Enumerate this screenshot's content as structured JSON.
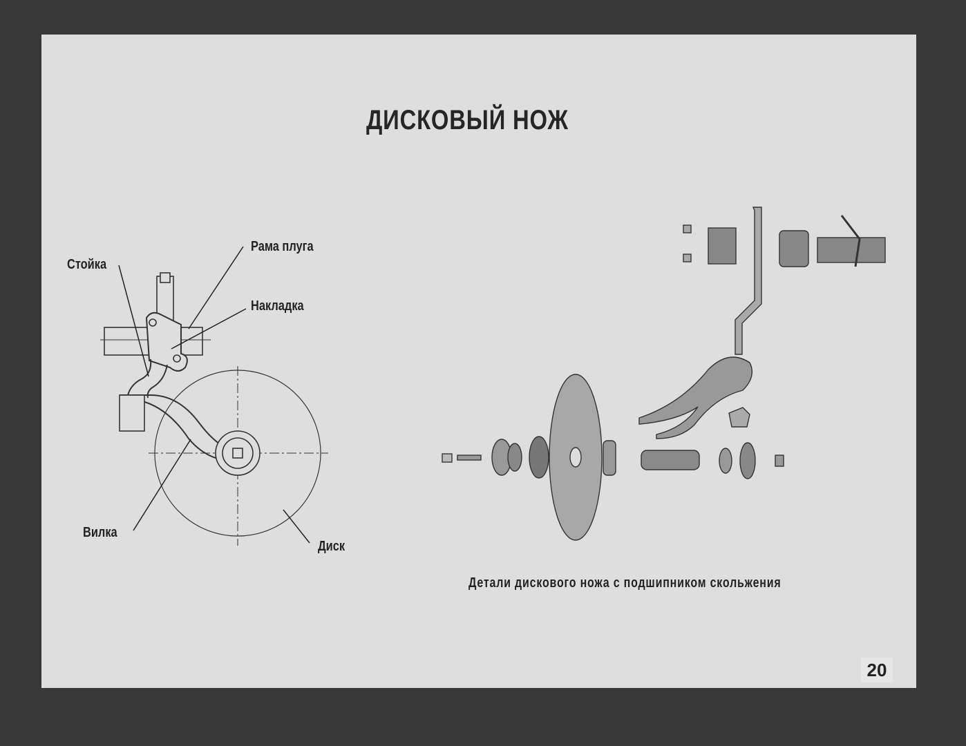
{
  "title": "ДИСКОВЫЙ НОЖ",
  "labels": {
    "stoyka": "Стойка",
    "rama": "Рама плуга",
    "nakladka": "Накладка",
    "vilka": "Вилка",
    "disk": "Диск"
  },
  "caption": "Детали дискового ножа с подшипником скольжения",
  "page_number": "20"
}
